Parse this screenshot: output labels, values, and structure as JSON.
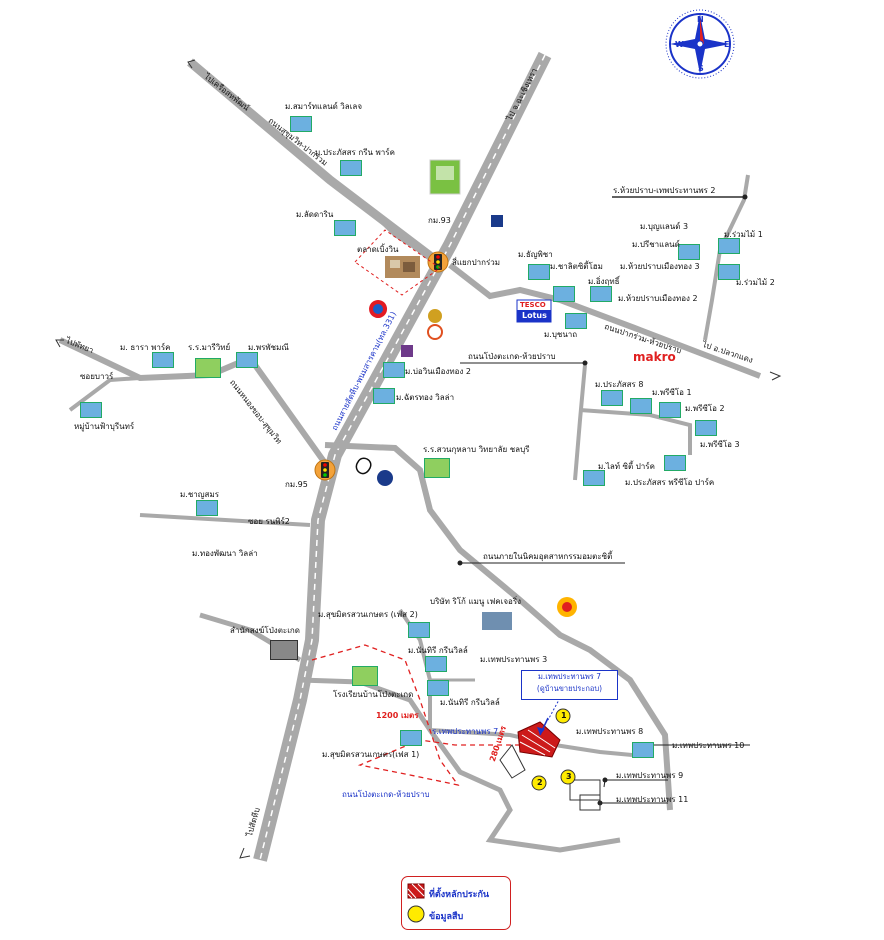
{
  "map": {
    "compass": {
      "n": "N",
      "e": "E",
      "s": "S",
      "w": "W"
    },
    "roads": {
      "to_khuang": "ไปเครือสหพัฒน์",
      "soi_sukhumvit": "ถนนสุขุมวิท-ปากร่วม",
      "to_chachoengsao": "ไป จ.ฉะเชิงเทรา",
      "hwy_331": "ถนนสายสัตหีบ-พนมสารคาม(ทล.331)",
      "to_pattaya": "ไปพัทยา",
      "rd_huai_prap_thep": "ร.ห้วยปราบ-เทพประทานพร 2",
      "rd_pakruam_huaiprap": "ถนนปากร่วม-ห้วยปราบ",
      "to_plutkaeng": "ไป อ.ปลวกแดง",
      "rd_pong_huaiprap": "ถนนโป่งตะเกด-ห้วยปราบ",
      "rd_nong_sukha": "ถนนหนองขอบ-สุขุมวิท",
      "soi_rat": "ซอยบาวร์",
      "rd_industrial": "ถนนภายในนิคมอุตสาหกรรมอมตะซิตี้",
      "soi_ranong": "ซอย รนพิร์2",
      "to_sattahip": "ไปสัตหีบ",
      "rd_pong_huaiprap_bottom": "ถนนโป่งตะเกด-ห้วยปราบ"
    },
    "places": {
      "smart_land": "ม.สมาร์ทแลนด์ วิลเลจ",
      "prasapsat_green": "ม.ประภัสสร กรีน พาร์ค",
      "lat_darin": "ม.ลัดดาริน",
      "km93": "กม.93",
      "market": "ตลาดเบิ้งวิน",
      "pakruam_junction": "สี่แยกปากร่วม",
      "thanyapicha": "ม.ธัญพิชา",
      "chai_siri": "ม.ชาลิตซิตี้โฮม",
      "ang_rit": "ม.อิ่งฤทธิ์",
      "boonyasand": "ม.บุญแลนด์ 3",
      "prisand": "ม.ปรีชาแลนด์",
      "huaiprap_3": "ม.ห้วยปราบเมืองทอง 3",
      "huaiprap_2": "ม.ห้วยปราบเมืองทอง 2",
      "ruammai_1": "ม.ร่วมไม้ 1",
      "ruammai_2": "ม.ร่วมไม้ 2",
      "tesco": "TESCO",
      "lotus": "Lotus",
      "bunchana": "ม.บุชนาถ",
      "makro": "makro",
      "tara_park": "ม. ธารา พาร์ค",
      "marijit": "ร.ร.มารีวิทย์",
      "ma_pat": "ม.พรพัชมณี",
      "fai_buri": "หมู่บ้านฟ้าบุรีนทร์",
      "bowin_2": "ม.บ่อวินเมืองทอง 2",
      "chattong": "ม.ฉัตรทอง วิลล่า",
      "km95": "กม.95",
      "suanlap_school": "ร.ร.สวนกุหลาบ วิทยาลัย ชลบุรี",
      "prasat_8": "ม.ประภัสสร 8",
      "pricha_1": "ม.พรีซีโอ 1",
      "pricha_2": "ม.พรีซีโอ 2",
      "pricha_3": "ม.พรีซีโอ 3",
      "light_city": "ม.ไลท์ ซิตี้ ปาร์ค",
      "prasapsat_park": "ม.ประภัสสร พรีซีโอ ปาร์ค",
      "chai_somphon": "ม.ชาญสมร",
      "thong_village": "ม.ทองพัฒนา วิลล่า",
      "ricoh": "บริษัท ริโก้ แมนู เฟคเจอริ่ง",
      "sukhamit_2": "ม.สุขมิตรสวนเกษตร (เฟส 2)",
      "pong_office": "สำนักสงฆ์โป่งตะเกด",
      "nanthiri": "ม.นันทิรี กรีนวิลล์",
      "thep_3": "ม.เทพประทานพร 3",
      "pong_school": "โรงเรียนบ้านโป่งตะเกด",
      "nanthiri_2": "ม.นันทิรี กรีนวิลล์",
      "dist_1200": "1200 เมตร",
      "thep_7_road": "ร.เทพประทานพร 7",
      "dist_280": "280 เมตร",
      "sukhamit_1": "ม.สุขมิตรสวนเกษตร(เฟส 1)",
      "thep_8": "ม.เทพประทานพร 8",
      "thep_10": "ม.เทพประทานพร 10",
      "thep_9": "ม.เทพประทานพร 9",
      "thep_11": "ม.เทพประทานพร 11"
    },
    "callout": {
      "line1": "ม.เทพประทานพร 7",
      "line2": "(ดูบ้านขายประกอบ)"
    },
    "markers": {
      "m1": "1",
      "m2": "2",
      "m3": "3"
    },
    "legend": {
      "collateral": "ที่ตั้งหลักประกัน",
      "info": "ข้อมูลสืบ"
    },
    "colors": {
      "road": "#a9a9a9",
      "route": "#e02020",
      "label_blue": "#1a33c8",
      "marker": "#ffeb00",
      "collateral": "#cc1a1a"
    }
  }
}
